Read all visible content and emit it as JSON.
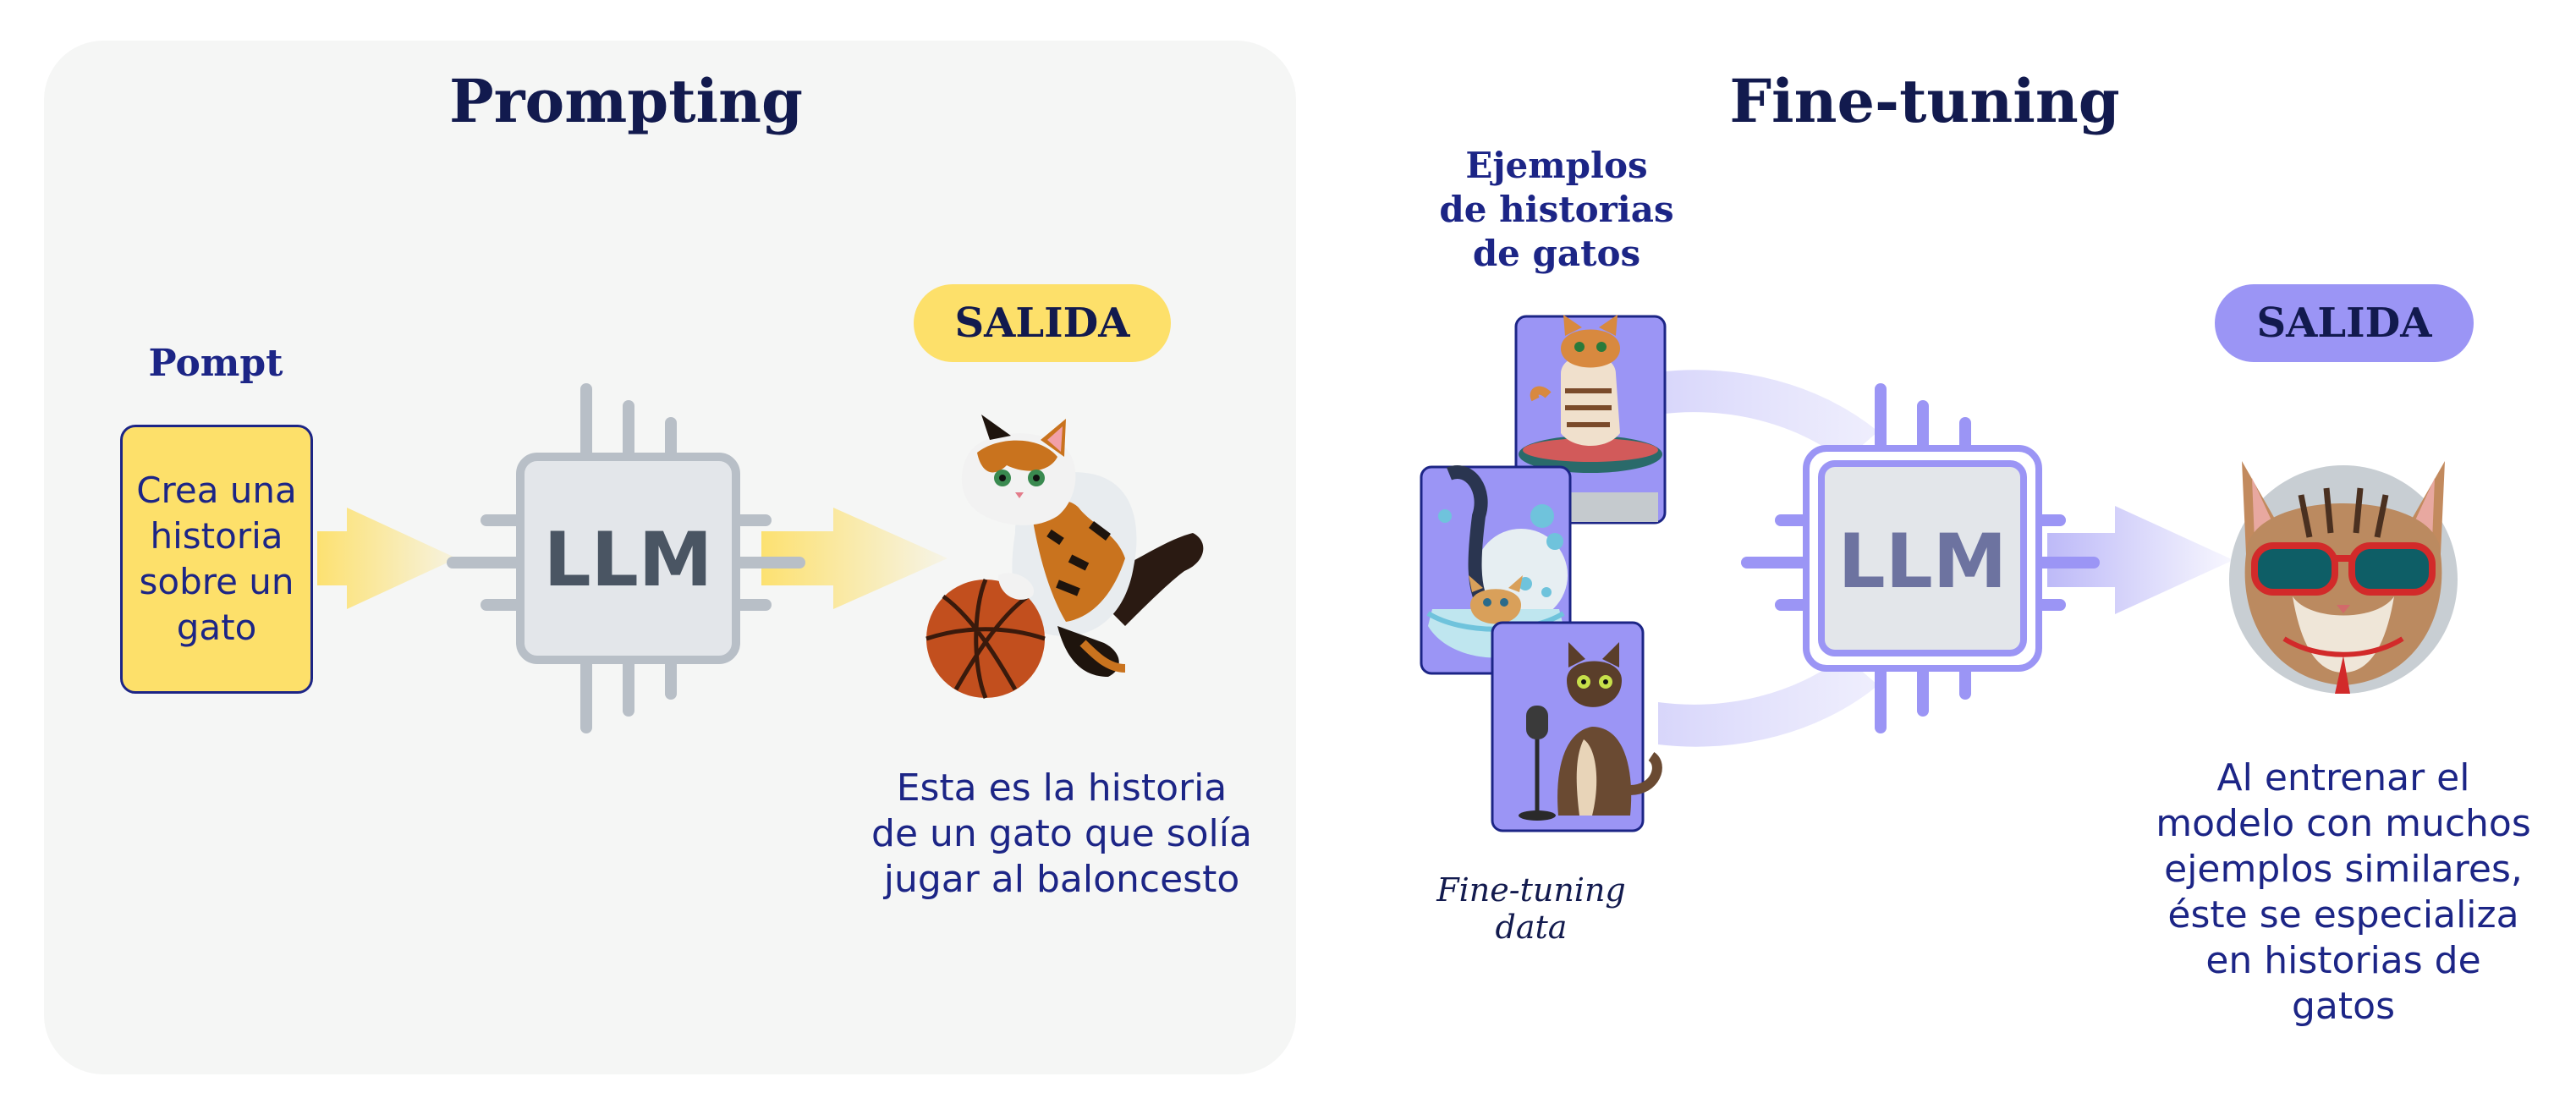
{
  "left": {
    "title": "Prompting",
    "prompt_label": "Pompt",
    "prompt_text": "Crea una historia sobre un gato",
    "chip_label": "LLM",
    "output_pill": "SALIDA",
    "output_text": [
      "Esta es la historia",
      "de un gato que solía",
      "jugar al baloncesto"
    ]
  },
  "right": {
    "title": "Fine-tuning",
    "examples_label": [
      "Ejemplos",
      "de historias",
      "de gatos"
    ],
    "data_caption": [
      "Fine-tuning",
      "data"
    ],
    "chip_label": "LLM",
    "output_pill": "SALIDA",
    "output_text": [
      "Al entrenar el",
      "modelo con muchos",
      "ejemplos similares,",
      "éste se especializa",
      "en historias de",
      "gatos"
    ]
  },
  "colors": {
    "navy": "#1c2586",
    "title_navy": "#121a4e",
    "yellow": "#fde06a",
    "purple": "#9b95f5",
    "chip_gray": "#b8bfc7",
    "panel_bg": "#f5f6f5"
  },
  "icons": [
    "cat-basketball-icon",
    "cat-skateboard-icon",
    "cat-bath-icon",
    "cat-microphone-icon",
    "cat-sunglasses-icon",
    "chip-icon"
  ]
}
